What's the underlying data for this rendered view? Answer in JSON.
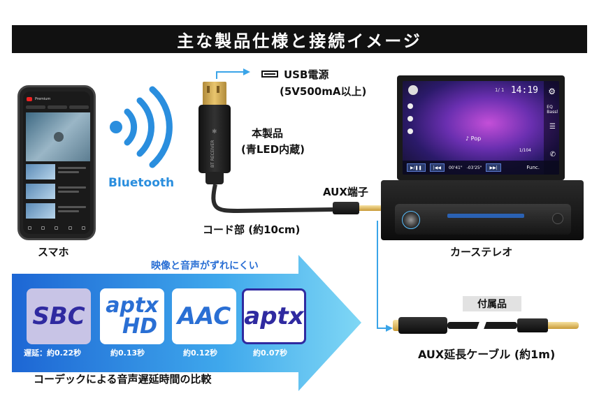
{
  "title": "主な製品仕様と接続イメージ",
  "colors": {
    "accent_blue": "#2a8ede",
    "codec_dark": "#2f2aa0",
    "arrow_gradient_start": "#1d66d4",
    "arrow_gradient_end": "#7fd7f5",
    "line_blue": "#3aa4e8"
  },
  "phone": {
    "caption": "スマホ",
    "screen": {
      "app_name": "Premium"
    }
  },
  "bluetooth": {
    "label": "Bluetooth"
  },
  "dongle": {
    "usb_power_label_1": "USB電源",
    "usb_power_label_2": "(5V500mA以上)",
    "product_label_1": "本製品",
    "product_label_2": "(青LED内蔵)",
    "body_text": "BT RECEIVER",
    "cord_label": "コード部 (約10cm)",
    "aux_label": "AUX端子"
  },
  "stereo": {
    "caption": "カーステレオ",
    "screen": {
      "time": "14:19",
      "date": "1/ 1",
      "eq_label": "EQ",
      "eq_sub": "Bassl",
      "track_genre": "Pop",
      "track_count": "1/104",
      "elapsed": "00'41\"",
      "remaining": "-03'25\"",
      "func_button": "Func."
    }
  },
  "codec_panel": {
    "heading": "映像と音声がずれにくい",
    "caption": "コーデックによる音声遅延時間の比較",
    "codecs": [
      {
        "name_line1": "SBC",
        "name_line2": "",
        "delay": "遅延：約0.22秒"
      },
      {
        "name_line1": "aptx",
        "name_line2": "HD",
        "delay": "約0.13秒"
      },
      {
        "name_line1": "AAC",
        "name_line2": "",
        "delay": "約0.12秒"
      },
      {
        "name_line1": "aptx",
        "name_line2": "",
        "delay": "約0.07秒"
      }
    ]
  },
  "accessory": {
    "badge": "付属品",
    "label": "AUX延長ケーブル (約1m)"
  }
}
